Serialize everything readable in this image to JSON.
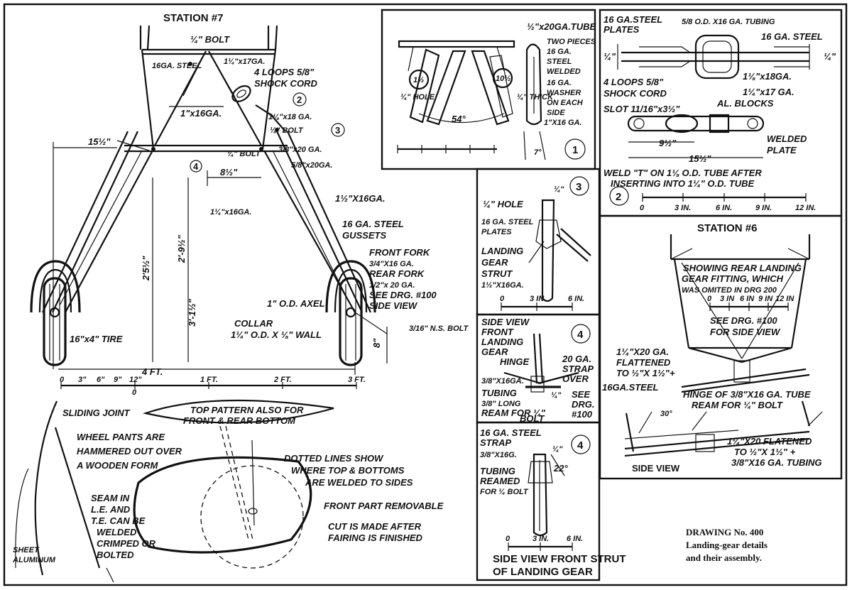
{
  "station7": {
    "title": "STATION #7",
    "bolt_top": "¼\" BOLT",
    "steel_16ga": "16GA. STEEL",
    "tube_1_4x17": "1¼\"x17GA.",
    "shock_loops_1": "4 LOOPS 5/8\"",
    "shock_loops_2": "SHOCK CORD",
    "circle2": "2",
    "tube_1x16": "1\"x16GA.",
    "tube_1_8x18": "1⅛\"x18 GA.",
    "bolt_quarter": "¼\" BOLT",
    "circle3": "3",
    "dim_15_5": "15½\"",
    "bolt_quarter_b": "¼\" BOLT",
    "tube_3_8x20": "3/8\"x20 GA.",
    "circle4": "4",
    "dim_8_5": "8½\"",
    "tube_5_8x20": "5/8\"x20GA.",
    "tube_1_5x16": "1½\"X16GA.",
    "tube_1_25x16": "1¼\"x16GA.",
    "gussets_1": "16 GA. STEEL",
    "gussets_2": "GUSSETS",
    "front_fork": "FRONT FORK",
    "front_fork_size": "3/4\"X16 GA.",
    "rear_fork": "REAR FORK",
    "rear_fork_size": "1/2\"x 20 GA.",
    "see_drg_1": "SEE DRG. #100",
    "see_drg_2": "SIDE VIEW",
    "dim_2_5_5": "2'5½\"",
    "dim_2_9_5": "2'-9½\"",
    "dim_3_1_5": "3'-1½\"",
    "axel": "1\" O.D. AXEL",
    "collar_1": "COLLAR",
    "collar_2": "1¼\" O.D. X ⅛\" WALL",
    "dim_8": "8\"",
    "ns_bolt": "3/16\" N.S. BOLT",
    "tire": "16\"x4\" TIRE",
    "dim_4ft": "4 FT.",
    "scale_labels": [
      "0",
      "3\"",
      "6\"",
      "9\"",
      "12\"",
      "0",
      "1 FT.",
      "2 FT.",
      "3 FT."
    ]
  },
  "detail1": {
    "tube_label": "½\"x20GA.TUBE",
    "two_pieces": "TWO PIECES",
    "welded_1": "16 GA.",
    "welded_2": "STEEL",
    "welded_3": "WELDED",
    "hole": "¼\" HOLE",
    "thick": "¼\" THICK",
    "washer_1": "16 GA.",
    "washer_2": "WASHER",
    "washer_3": "ON EACH",
    "washer_4": "SIDE",
    "tube_1x16": "1\"X16 GA.",
    "angle": "54°",
    "angle7": "7°",
    "number": "1",
    "circle_left": "1½",
    "circle_right": "10½"
  },
  "detail2": {
    "plates_1": "16 GA.STEEL",
    "plates_2": "PLATES",
    "tubing": "5/8 O.D. X16 GA. TUBING",
    "steel16": "16 GA. STEEL",
    "quarter_left": "¼\"",
    "quarter_right": "¼\"",
    "tube_1_8x18": "1⅛\"x18GA.",
    "tube_1_4x17": "1¼\"x17 GA.",
    "loops_1": "4 LOOPS 5/8\"",
    "loops_2": "SHOCK CORD",
    "slot": "SLOT 11/16\"x3½\"",
    "al_blocks": "AL. BLOCKS",
    "dim_9_5": "9½\"",
    "dim_15_5": "15½\"",
    "welded_1": "WELDED",
    "welded_2": "PLATE",
    "weld_note_1": "WELD \"T\" ON 1⅛ O.D. TUBE AFTER",
    "weld_note_2": "INSERTING INTO 1¼\" O.D. TUBE",
    "number": "2",
    "scale": [
      "0",
      "3 IN.",
      "6 IN.",
      "9 IN.",
      "12 IN."
    ]
  },
  "detail3": {
    "number": "3",
    "quarter": "¼\"",
    "hole": "¼\" HOLE",
    "plates_1": "16 GA. STEEL",
    "plates_2": "PLATES",
    "strut_1": "LANDING",
    "strut_2": "GEAR",
    "strut_3": "STRUT",
    "strut_4": "1½\"X16GA.",
    "scale": [
      "0",
      "3 IN.",
      "6 IN."
    ]
  },
  "detail4a": {
    "number": "4",
    "side_1": "SIDE VIEW",
    "side_2": "FRONT",
    "side_3": "LANDING",
    "side_4": "GEAR",
    "hinge": "HINGE",
    "strap_1": "20 GA.",
    "strap_2": "STRAP",
    "strap_3": "OVER",
    "tube_label": "3/8\"X16GA.",
    "tubing_1": "TUBING",
    "tubing_2": "3/8\" LONG",
    "tubing_3": "REAM FOR ¼\"",
    "tubing_4": "BOLT",
    "quarter": "¼\"",
    "see_1": "SEE",
    "see_2": "DRG.",
    "see_3": "#100"
  },
  "detail4b": {
    "number": "4",
    "strap_1": "16 GA. STEEL",
    "strap_2": "STRAP",
    "tube_label": "3/8\"X16G.",
    "quarter": "¼\"",
    "angle": "22°",
    "tubing_1": "TUBING",
    "tubing_2": "REAMED",
    "tubing_3": "FOR ¼ BOLT",
    "scale": [
      "0",
      "3 IN.",
      "6 IN."
    ],
    "caption_1": "SIDE VIEW FRONT STRUT",
    "caption_2": "OF LANDING GEAR"
  },
  "station6": {
    "title": "STATION #6",
    "note_1": "SHOWING REAR LANDING",
    "note_2": "GEAR FITTING, WHICH",
    "note_3": "WAS OMITED IN DRG 200",
    "scale": [
      "0",
      "3 IN",
      "6 IN",
      "9 IN",
      "12 IN"
    ],
    "see_1": "SEE DRG. #100",
    "see_2": "FOR SIDE VIEW",
    "flat_1": "1¼\"X20 GA.",
    "flat_2": "FLATTENED",
    "flat_3": "TO ½\"X 1½\"+",
    "steel": "16GA.STEEL",
    "hinge_1": "HINGE OF 3/8\"X16 GA. TUBE",
    "hinge_2": "REAM FOR ¼\" BOLT",
    "angle": "30°",
    "flat2_1": "1¼\"X20 FLATENED",
    "flat2_2": "TO ½\"X 1½\" +",
    "flat2_3": "3/8\"X16 GA. TUBING",
    "side_view": "SIDE VIEW"
  },
  "wheelpants": {
    "sliding": "SLIDING JOINT",
    "top_1": "TOP PATTERN ALSO FOR",
    "top_2": "FRONT & REAR BOTTOM",
    "pants_1": "WHEEL PANTS ARE",
    "pants_2": "HAMMERED OUT OVER",
    "pants_3": "A WOODEN FORM",
    "dotted_1": "DOTTED LINES SHOW",
    "dotted_2": "WHERE TOP & BOTTOMS",
    "dotted_3": "ARE WELDED TO SIDES",
    "seam_1": "SEAM IN",
    "seam_2": "L.E. AND",
    "seam_3": "T.E. CAN BE",
    "seam_4": "WELDED",
    "seam_5": "CRIMPED OR",
    "seam_6": "BOLTED",
    "front_removable": "FRONT PART REMOVABLE",
    "cut_1": "CUT IS MADE AFTER",
    "cut_2": "FAIRING IS FINISHED",
    "sheet_1": "SHEET",
    "sheet_2": "ALUMINUM"
  },
  "caption": {
    "drawing": "DRAWING No. 400",
    "line1": "Landing-gear details",
    "line2": "and their assembly."
  }
}
